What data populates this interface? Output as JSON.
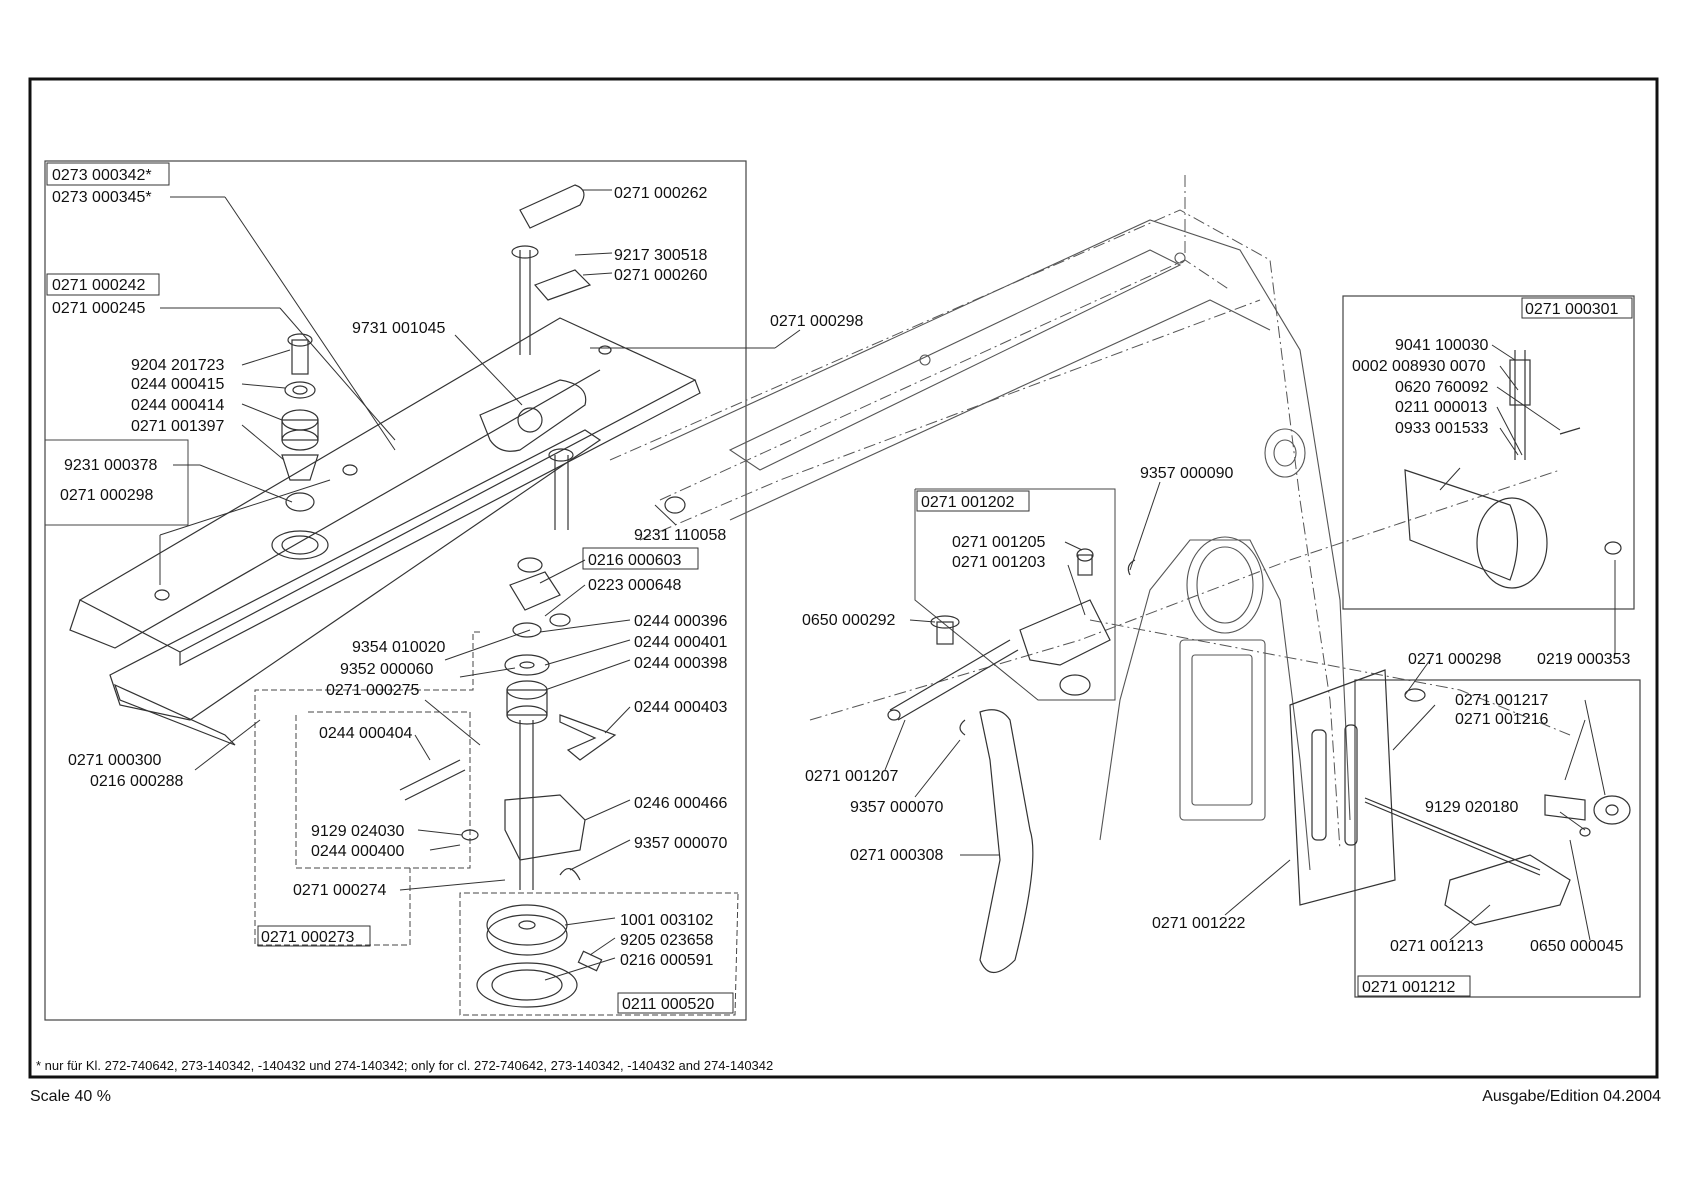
{
  "labels": {
    "l0": "0273 000342*",
    "l1": "0273 000345*",
    "l2": "0271 000262",
    "l3": "9217 300518",
    "l4": "0271 000260",
    "l5": "0271 000242",
    "l6": "0271 000245",
    "l7": "9731 001045",
    "l8": "0271 000298",
    "l9": "9204 201723",
    "l10": "0244 000415",
    "l11": "0244 000414",
    "l12": "0271 001397",
    "l13": "9231 000378",
    "l14": "0271 000298",
    "l15": "9231 110058",
    "l16": "0216 000603",
    "l17": "0223 000648",
    "l18": "0244 000396",
    "l19": "9354 010020",
    "l20": "0244 000401",
    "l21": "9352 000060",
    "l22": "0244 000398",
    "l23": "0271 000275",
    "l24": "0244 000403",
    "l25": "0244 000404",
    "l26": "0271 000300",
    "l27": "0216 000288",
    "l28": "0246 000466",
    "l29": "9129 024030",
    "l30": "9357 000070",
    "l31": "0244 000400",
    "l32": "0271 000274",
    "l33": "1001 003102",
    "l34": "9205 023658",
    "l35": "0216 000591",
    "l36": "0271 000273",
    "l37": "0211 000520",
    "l38": "0271 000301",
    "l39": "9041 100030",
    "l40": "0002 008930 0070",
    "l41": "0620 760092",
    "l42": "0211 000013",
    "l43": "0933 001533",
    "l44": "9357 000090",
    "l45": "0271 001202",
    "l46": "0271 001205",
    "l47": "0271 001203",
    "l48": "0650 000292",
    "l49": "0271 000298",
    "l50": "0219 000353",
    "l51": "0271 001217",
    "l52": "0271 001216",
    "l53": "9129 020180",
    "l54": "0271 001207",
    "l55": "9357 000070",
    "l56": "0271 000308",
    "l57": "0271 001222",
    "l58": "0271 001213",
    "l59": "0650 000045",
    "l60": "0271 001212"
  },
  "footnote": "* nur für Kl. 272-740642, 273-140342, -140432 und 274-140342; only for cl. 272-740642, 273-140342, -140432 and 274-140342",
  "scale": "Scale 40 %",
  "edition": "Ausgabe/Edition 04.2004"
}
